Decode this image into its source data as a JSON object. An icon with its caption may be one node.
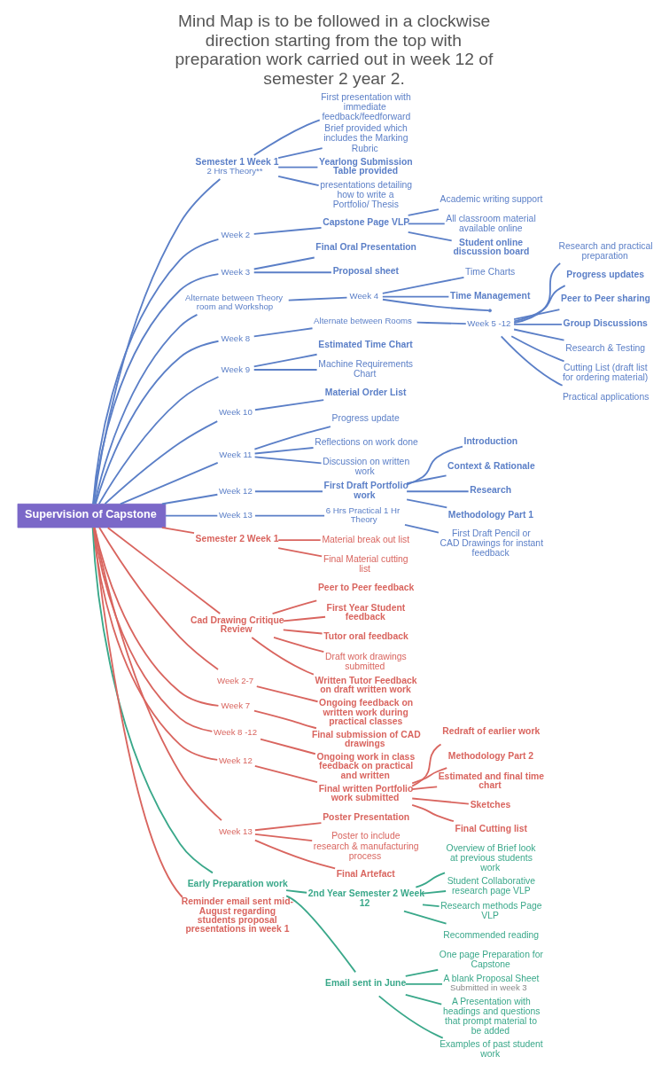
{
  "diagram": {
    "title": "Mind Map is to be followed in a clockwise direction starting from the top with preparation work carried out in week 12 of semester 2 year 2.",
    "nodes": [
      {
        "text": [
          "Supervision of Capstone"
        ]
      },
      {
        "text": [
          "Semester 1 Week 1",
          "2 Hrs Theory**"
        ]
      },
      {
        "text": [
          "First presentation with immediate feedback/feedforward"
        ]
      },
      {
        "text": [
          "Brief provided which includes the Marking Rubric"
        ]
      },
      {
        "text": [
          "Yearlong Submission Table provided"
        ]
      },
      {
        "text": [
          "presentations detailing how to write a Portfolio/ Thesis"
        ]
      },
      {
        "text": [
          "Week 2"
        ]
      },
      {
        "text": [
          "Capstone Page VLP"
        ]
      },
      {
        "text": [
          "Academic writing support"
        ]
      },
      {
        "text": [
          "All classroom material available online"
        ]
      },
      {
        "text": [
          "Student online discussion board"
        ]
      },
      {
        "text": [
          "Week 3"
        ]
      },
      {
        "text": [
          "Final Oral Presentation"
        ]
      },
      {
        "text": [
          "Proposal sheet"
        ]
      },
      {
        "text": [
          "Alternate between Theory room and Workshop"
        ]
      },
      {
        "text": [
          "Week 4"
        ]
      },
      {
        "text": [
          "Time Charts"
        ]
      },
      {
        "text": [
          "Time Management"
        ]
      },
      {
        "text": [],
        "shape": "point"
      },
      {
        "text": [
          "Week 8"
        ]
      },
      {
        "text": [
          "Alternate between Rooms"
        ]
      },
      {
        "text": [
          "Week 5 -12"
        ]
      },
      {
        "text": [
          "Research and practical preparation"
        ]
      },
      {
        "text": [
          "Progress updates"
        ]
      },
      {
        "text": [
          "Peer to Peer sharing"
        ]
      },
      {
        "text": [
          "Group Discussions"
        ]
      },
      {
        "text": [
          "Research & Testing"
        ]
      },
      {
        "text": [
          "Cutting List (draft list for ordering material)"
        ]
      },
      {
        "text": [
          "Practical applications"
        ]
      },
      {
        "text": [
          "Week 9"
        ]
      },
      {
        "text": [
          "Estimated Time Chart"
        ]
      },
      {
        "text": [
          "Machine Requirements Chart"
        ]
      },
      {
        "text": [
          "Week 10"
        ]
      },
      {
        "text": [
          "Material Order List"
        ]
      },
      {
        "text": [
          "Week 11"
        ]
      },
      {
        "text": [
          "Progress update"
        ]
      },
      {
        "text": [
          "Reflections on work done"
        ]
      },
      {
        "text": [
          "Discussion on written work"
        ]
      },
      {
        "text": [
          "Week 12"
        ]
      },
      {
        "text": [
          "First Draft Portfolio work"
        ]
      },
      {
        "text": [
          "Introduction"
        ]
      },
      {
        "text": [
          "Context & Rationale"
        ]
      },
      {
        "text": [
          "Research"
        ]
      },
      {
        "text": [
          "Methodology Part 1"
        ]
      },
      {
        "text": [
          "Week 13"
        ]
      },
      {
        "text": [
          "6 Hrs Practical 1 Hr Theory"
        ]
      },
      {
        "text": [
          "First Draft Pencil or CAD Drawings for instant feedback"
        ]
      },
      {
        "text": [
          "Semester 2 Week 1"
        ]
      },
      {
        "text": [
          "Material break out list"
        ]
      },
      {
        "text": [
          "Final Material cutting list"
        ]
      },
      {
        "text": [
          "Cad Drawing Critique Review"
        ]
      },
      {
        "text": [
          "Peer to Peer feedback"
        ]
      },
      {
        "text": [
          "First Year Student feedback"
        ]
      },
      {
        "text": [
          "Tutor oral feedback"
        ]
      },
      {
        "text": [
          "Draft work drawings submitted"
        ]
      },
      {
        "text": [
          "Written Tutor Feedback on draft written work"
        ]
      },
      {
        "text": [
          "Week 2-7"
        ]
      },
      {
        "text": [
          "Ongoing feedback on written work during practical classes"
        ]
      },
      {
        "text": [
          "Week 7"
        ]
      },
      {
        "text": [
          "Final submission of CAD drawings"
        ]
      },
      {
        "text": [
          "Week 8 -12"
        ]
      },
      {
        "text": [
          "Ongoing work in class feedback on practical and written"
        ]
      },
      {
        "text": [
          "Week 12"
        ]
      },
      {
        "text": [
          "Final written Portfolio work submitted"
        ]
      },
      {
        "text": [
          "Redraft of earlier work"
        ]
      },
      {
        "text": [
          "Methodology Part 2"
        ]
      },
      {
        "text": [
          "Estimated and final time chart"
        ]
      },
      {
        "text": [
          "Sketches"
        ]
      },
      {
        "text": [
          "Final Cutting list"
        ]
      },
      {
        "text": [
          "Week 13"
        ]
      },
      {
        "text": [
          "Poster Presentation"
        ]
      },
      {
        "text": [
          "Poster to include research & manufacturing process"
        ]
      },
      {
        "text": [
          "Final Artefact"
        ]
      },
      {
        "text": [
          "Early Preparation work"
        ]
      },
      {
        "text": [
          "2nd Year Semester 2 Week 12"
        ]
      },
      {
        "text": [
          "Overview of Brief look at previous students work"
        ]
      },
      {
        "text": [
          "Student Collaborative research page VLP"
        ]
      },
      {
        "text": [
          "Research methods Page VLP"
        ]
      },
      {
        "text": [
          "Recommended reading"
        ]
      },
      {
        "text": [
          "Email sent in June"
        ]
      },
      {
        "text": [
          "One page Preparation for Capstone"
        ]
      },
      {
        "text": [
          "A blank Proposal Sheet"
        ],
        "beside": [
          "Submitted in week 3"
        ]
      },
      {
        "text": [
          "A Presentation with headings and questions that prompt material to be added"
        ]
      },
      {
        "text": [
          "Examples of past student work"
        ]
      },
      {
        "text": [
          "Reminder email sent mid-August regarding students proposal presentations in week 1"
        ]
      }
    ],
    "edges": [
      {
        "from": 0,
        "to": 1,
        "arrow": "none"
      },
      {
        "from": 1,
        "to": 2,
        "arrow": "none"
      },
      {
        "from": 1,
        "to": 3,
        "arrow": "none"
      },
      {
        "from": 1,
        "to": 4,
        "arrow": "none"
      },
      {
        "from": 1,
        "to": 5,
        "arrow": "none"
      },
      {
        "from": 0,
        "to": 6,
        "arrow": "none"
      },
      {
        "from": 6,
        "to": 7,
        "arrow": "none"
      },
      {
        "from": 7,
        "to": 8,
        "arrow": "none"
      },
      {
        "from": 7,
        "to": 9,
        "arrow": "none"
      },
      {
        "from": 7,
        "to": 10,
        "arrow": "none"
      },
      {
        "from": 0,
        "to": 11,
        "arrow": "none"
      },
      {
        "from": 11,
        "to": 12,
        "arrow": "none"
      },
      {
        "from": 11,
        "to": 13,
        "arrow": "none"
      },
      {
        "from": 0,
        "to": 14,
        "arrow": "none"
      },
      {
        "from": 14,
        "to": 15,
        "arrow": "none"
      },
      {
        "from": 15,
        "to": 16,
        "arrow": "none"
      },
      {
        "from": 15,
        "to": 17,
        "arrow": "none"
      },
      {
        "from": 15,
        "to": 18,
        "arrow": "none"
      },
      {
        "from": 0,
        "to": 19,
        "arrow": "none"
      },
      {
        "from": 19,
        "to": 20,
        "arrow": "none"
      },
      {
        "from": 20,
        "to": 21,
        "arrow": "none"
      },
      {
        "from": 21,
        "to": 22,
        "arrow": "none"
      },
      {
        "from": 21,
        "to": 23,
        "arrow": "none"
      },
      {
        "from": 21,
        "to": 24,
        "arrow": "none"
      },
      {
        "from": 21,
        "to": 25,
        "arrow": "none"
      },
      {
        "from": 21,
        "to": 26,
        "arrow": "none"
      },
      {
        "from": 21,
        "to": 27,
        "arrow": "none"
      },
      {
        "from": 21,
        "to": 28,
        "arrow": "none"
      },
      {
        "from": 0,
        "to": 29,
        "arrow": "none"
      },
      {
        "from": 29,
        "to": 30,
        "arrow": "none"
      },
      {
        "from": 29,
        "to": 31,
        "arrow": "none"
      },
      {
        "from": 0,
        "to": 32,
        "arrow": "none"
      },
      {
        "from": 32,
        "to": 33,
        "arrow": "none"
      },
      {
        "from": 0,
        "to": 34,
        "arrow": "none"
      },
      {
        "from": 34,
        "to": 35,
        "arrow": "none"
      },
      {
        "from": 34,
        "to": 36,
        "arrow": "none"
      },
      {
        "from": 34,
        "to": 37,
        "arrow": "none"
      },
      {
        "from": 0,
        "to": 38,
        "arrow": "none"
      },
      {
        "from": 38,
        "to": 39,
        "arrow": "none"
      },
      {
        "from": 39,
        "to": 40,
        "arrow": "none"
      },
      {
        "from": 39,
        "to": 41,
        "arrow": "none"
      },
      {
        "from": 39,
        "to": 42,
        "arrow": "none"
      },
      {
        "from": 39,
        "to": 43,
        "arrow": "none"
      },
      {
        "from": 0,
        "to": 44,
        "arrow": "none"
      },
      {
        "from": 44,
        "to": 45,
        "arrow": "none"
      },
      {
        "from": 45,
        "to": 46,
        "arrow": "none"
      },
      {
        "from": 0,
        "to": 47,
        "arrow": "none",
        "color": "#d9655f"
      },
      {
        "from": 47,
        "to": 48,
        "arrow": "none",
        "color": "#d9655f"
      },
      {
        "from": 47,
        "to": 49,
        "arrow": "none",
        "color": "#d9655f"
      },
      {
        "from": 0,
        "to": 50,
        "arrow": "none",
        "color": "#d9655f"
      },
      {
        "from": 50,
        "to": 51,
        "arrow": "none",
        "color": "#d9655f"
      },
      {
        "from": 50,
        "to": 52,
        "arrow": "none",
        "color": "#d9655f"
      },
      {
        "from": 50,
        "to": 53,
        "arrow": "none",
        "color": "#d9655f"
      },
      {
        "from": 50,
        "to": 54,
        "arrow": "none",
        "color": "#d9655f"
      },
      {
        "from": 50,
        "to": 55,
        "arrow": "none",
        "color": "#d9655f"
      },
      {
        "from": 0,
        "to": 56,
        "arrow": "none",
        "color": "#d9655f"
      },
      {
        "from": 56,
        "to": 57,
        "arrow": "none",
        "color": "#d9655f"
      },
      {
        "from": 0,
        "to": 58,
        "arrow": "none",
        "color": "#d9655f"
      },
      {
        "from": 58,
        "to": 59,
        "arrow": "none",
        "color": "#d9655f"
      },
      {
        "from": 0,
        "to": 60,
        "arrow": "none",
        "color": "#d9655f"
      },
      {
        "from": 60,
        "to": 61,
        "arrow": "none",
        "color": "#d9655f"
      },
      {
        "from": 0,
        "to": 62,
        "arrow": "none",
        "color": "#d9655f"
      },
      {
        "from": 62,
        "to": 63,
        "arrow": "none",
        "color": "#d9655f"
      },
      {
        "from": 63,
        "to": 64,
        "arrow": "none",
        "color": "#d9655f"
      },
      {
        "from": 63,
        "to": 65,
        "arrow": "none",
        "color": "#d9655f"
      },
      {
        "from": 63,
        "to": 66,
        "arrow": "none",
        "color": "#d9655f"
      },
      {
        "from": 63,
        "to": 67,
        "arrow": "none",
        "color": "#d9655f"
      },
      {
        "from": 63,
        "to": 68,
        "arrow": "none",
        "color": "#d9655f"
      },
      {
        "from": 0,
        "to": 69,
        "arrow": "none",
        "color": "#d9655f"
      },
      {
        "from": 69,
        "to": 70,
        "arrow": "none",
        "color": "#d9655f"
      },
      {
        "from": 69,
        "to": 71,
        "arrow": "none",
        "color": "#d9655f"
      },
      {
        "from": 69,
        "to": 72,
        "arrow": "none",
        "color": "#d9655f"
      },
      {
        "from": 0,
        "to": 73,
        "arrow": "none",
        "color": "#3aa88a"
      },
      {
        "from": 73,
        "to": 74,
        "arrow": "none",
        "color": "#3aa88a"
      },
      {
        "from": 74,
        "to": 75,
        "arrow": "none",
        "color": "#3aa88a"
      },
      {
        "from": 74,
        "to": 76,
        "arrow": "none",
        "color": "#3aa88a"
      },
      {
        "from": 74,
        "to": 77,
        "arrow": "none",
        "color": "#3aa88a"
      },
      {
        "from": 74,
        "to": 78,
        "arrow": "none",
        "color": "#3aa88a"
      },
      {
        "from": 73,
        "to": 79,
        "arrow": "none",
        "color": "#3aa88a"
      },
      {
        "from": 79,
        "to": 80,
        "arrow": "none",
        "color": "#3aa88a"
      },
      {
        "from": 79,
        "to": 81,
        "arrow": "none",
        "color": "#3aa88a"
      },
      {
        "from": 79,
        "to": 82,
        "arrow": "none",
        "color": "#3aa88a"
      },
      {
        "from": 79,
        "to": 83,
        "arrow": "none",
        "color": "#3aa88a"
      },
      {
        "from": 0,
        "to": 84,
        "arrow": "none",
        "color": "#d9655f"
      }
    ]
  }
}
